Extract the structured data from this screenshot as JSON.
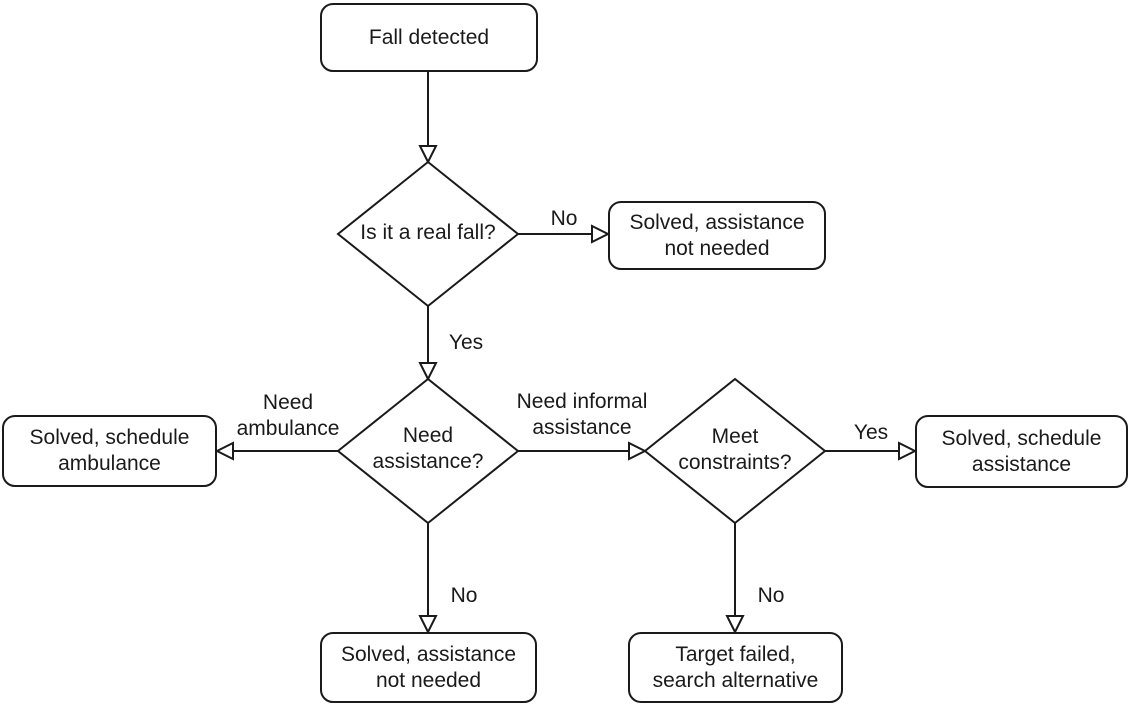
{
  "colors": {
    "stroke": "#1a1a1a",
    "background": "#ffffff",
    "node_fill": "#ffffff"
  },
  "nodes": {
    "fall_detected": {
      "shape": "rounded-rect",
      "lines": [
        "Fall detected"
      ]
    },
    "is_real_fall": {
      "shape": "diamond",
      "lines": [
        "Is it a real fall?"
      ]
    },
    "solved_not_needed_right": {
      "shape": "rounded-rect",
      "lines": [
        "Solved, assistance",
        "not needed"
      ]
    },
    "need_assistance": {
      "shape": "diamond",
      "lines": [
        "Need",
        "assistance?"
      ]
    },
    "solved_schedule_ambulance": {
      "shape": "rounded-rect",
      "lines": [
        "Solved, schedule",
        "ambulance"
      ]
    },
    "meet_constraints": {
      "shape": "diamond",
      "lines": [
        "Meet",
        "constraints?"
      ]
    },
    "solved_schedule_assistance": {
      "shape": "rounded-rect",
      "lines": [
        "Solved, schedule",
        "assistance"
      ]
    },
    "solved_not_needed_bottom": {
      "shape": "rounded-rect",
      "lines": [
        "Solved, assistance",
        "not needed"
      ]
    },
    "target_failed": {
      "shape": "rounded-rect",
      "lines": [
        "Target failed,",
        "search alternative"
      ]
    }
  },
  "edges": [
    {
      "from": "fall_detected",
      "to": "is_real_fall",
      "label_lines": []
    },
    {
      "from": "is_real_fall",
      "to": "solved_not_needed_right",
      "label_lines": [
        "No"
      ]
    },
    {
      "from": "is_real_fall",
      "to": "need_assistance",
      "label_lines": [
        "Yes"
      ]
    },
    {
      "from": "need_assistance",
      "to": "solved_schedule_ambulance",
      "label_lines": [
        "Need",
        "ambulance"
      ]
    },
    {
      "from": "need_assistance",
      "to": "meet_constraints",
      "label_lines": [
        "Need informal",
        "assistance"
      ]
    },
    {
      "from": "meet_constraints",
      "to": "solved_schedule_assistance",
      "label_lines": [
        "Yes"
      ]
    },
    {
      "from": "need_assistance",
      "to": "solved_not_needed_bottom",
      "label_lines": [
        "No"
      ]
    },
    {
      "from": "meet_constraints",
      "to": "target_failed",
      "label_lines": [
        "No"
      ]
    }
  ]
}
